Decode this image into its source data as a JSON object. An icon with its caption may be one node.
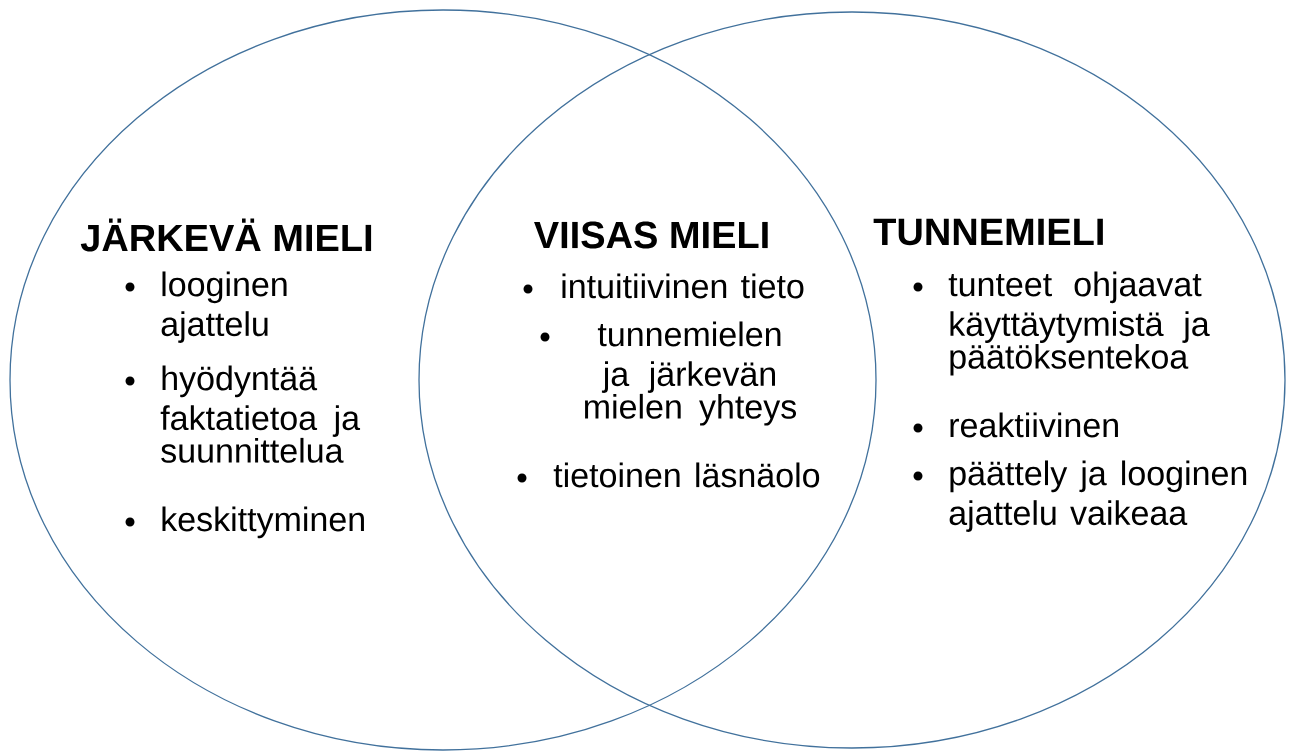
{
  "diagram": {
    "nodes": [
      {
        "text": [
          "JÄRKEVÄ MIELI",
          "looginen ajattelu",
          "hyödyntää faktatietoa ja suunnittelua",
          "keskittyminen"
        ]
      },
      {
        "text": [
          "TUNNEMIELI",
          "tunteet ohjaavat käyttäytymistä ja päätöksentekoa",
          "reaktiivinen",
          "päättely ja looginen ajattelu vaikeaa"
        ]
      }
    ],
    "edges": [],
    "labels": [
      "VIISAS MIELI",
      "intuitiivinen tieto",
      "tunnemielen ja järkevän mielen yhteys",
      "tietoinen läsnäolo"
    ]
  }
}
